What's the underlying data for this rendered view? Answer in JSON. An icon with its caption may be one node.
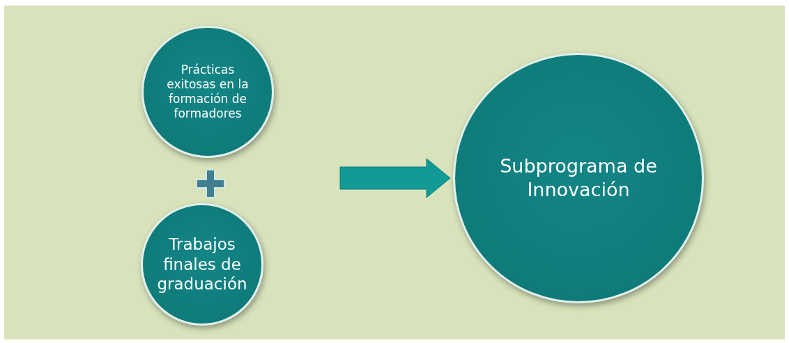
{
  "diagram": {
    "nodes": [
      {
        "text": [
          "Prácticas exitosas en la formación de formadores"
        ]
      },
      {
        "text": [
          "Trabajos finales de graduación"
        ]
      },
      {
        "text": [
          "Subprograma de Innovación"
        ]
      }
    ],
    "edges": [
      {
        "from": 0,
        "to": 2,
        "arrow": "to"
      },
      {
        "from": 1,
        "to": 2,
        "arrow": "to"
      }
    ]
  }
}
